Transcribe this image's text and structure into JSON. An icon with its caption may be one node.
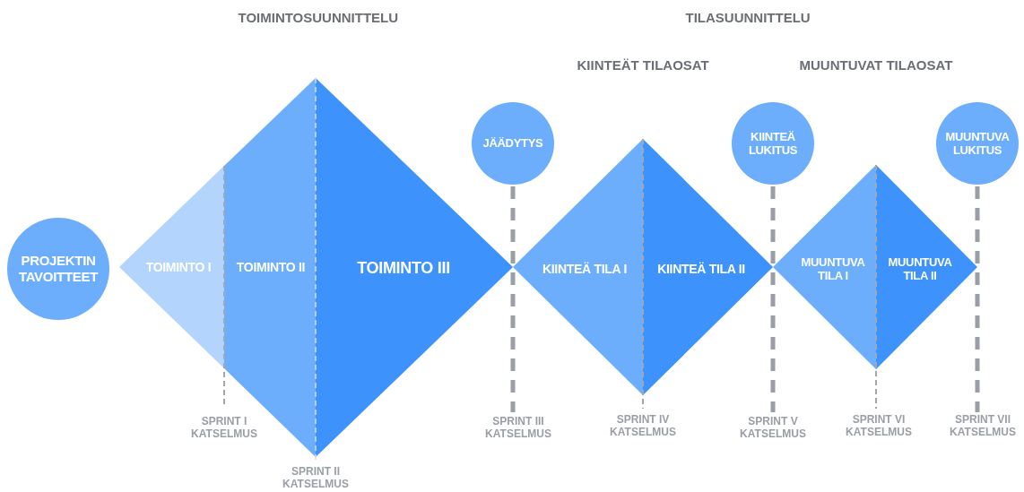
{
  "diagram": {
    "nodes": [
      {
        "text": [
          "PROJEKTIN TAVOITTEET"
        ]
      },
      {
        "text": [
          "TOIMINTO I"
        ]
      },
      {
        "text": [
          "TOIMINTO II"
        ]
      },
      {
        "text": [
          "TOIMINTO III"
        ]
      },
      {
        "text": [
          "JÄÄDYTYS"
        ]
      },
      {
        "text": [
          "KIINTEÄ TILA I"
        ]
      },
      {
        "text": [
          "KIINTEÄ TILA II"
        ]
      },
      {
        "text": [
          "KIINTEÄ LUKITUS"
        ]
      },
      {
        "text": [
          "MUUNTUVA TILA I"
        ]
      },
      {
        "text": [
          "MUUNTUVA TILA II"
        ]
      },
      {
        "text": [
          "MUUNTUVA LUKITUS"
        ]
      }
    ],
    "labels": [
      "TOIMINTOSUUNNITTELU",
      "TILASUUNNITTELU",
      "KIINTEÄT TILAOSAT",
      "MUUNTUVAT TILAOSAT",
      "SPRINT I KATSELMUS",
      "SPRINT II KATSELMUS",
      "SPRINT III KATSELMUS",
      "SPRINT IV KATSELMUS",
      "SPRINT V KATSELMUS",
      "SPRINT VI KATSELMUS",
      "SPRINT VII KATSELMUS"
    ]
  }
}
